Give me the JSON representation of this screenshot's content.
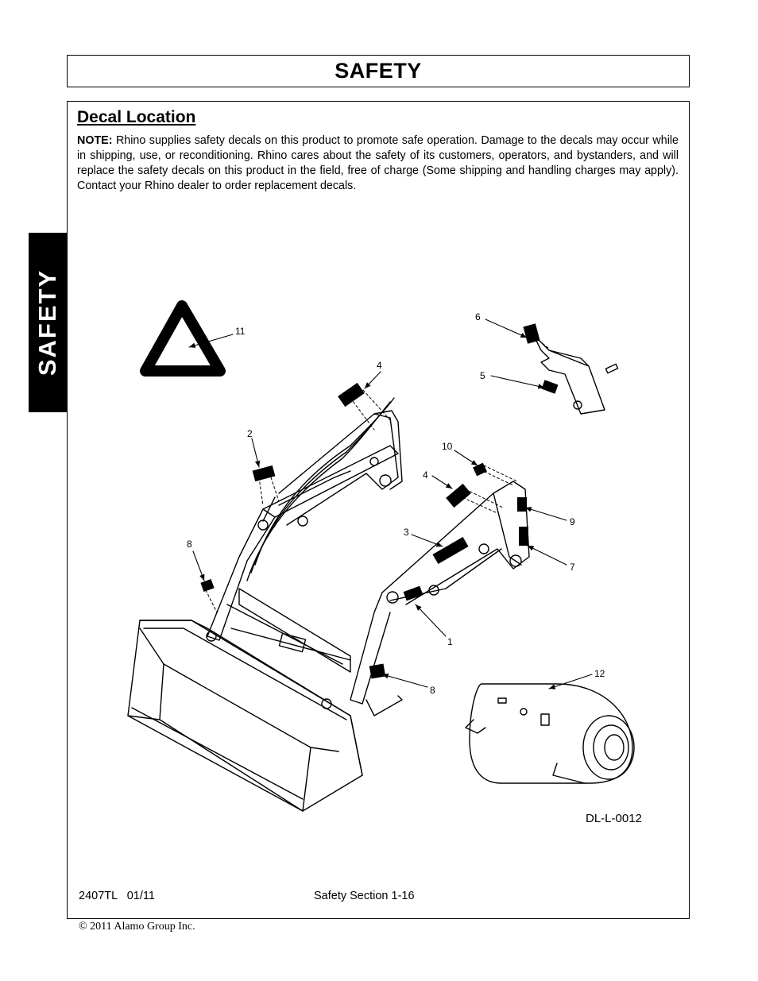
{
  "side_tab": {
    "label": "SAFETY"
  },
  "header": {
    "title": "SAFETY"
  },
  "section": {
    "title": "Decal Location",
    "note_label": "NOTE:",
    "note_text": " Rhino supplies safety decals on this product to promote safe operation. Damage to the decals may occur while in shipping, use, or reconditioning. Rhino cares about the safety of its customers, operators, and bystanders, and will replace the safety decals on this product in the field, free of charge (Some shipping and handling charges may apply). Contact your Rhino dealer to order replacement decals."
  },
  "figure": {
    "id": "DL-L-0012",
    "callouts": {
      "c1": "1",
      "c2": "2",
      "c3": "3",
      "c4a": "4",
      "c4b": "4",
      "c5": "5",
      "c6": "6",
      "c7": "7",
      "c8a": "8",
      "c8b": "8",
      "c9": "9",
      "c10": "10",
      "c11": "11",
      "c12": "12"
    }
  },
  "footer": {
    "model_date": "2407TL   01/11",
    "section_page": "Safety Section 1-16"
  },
  "copyright": "© 2011 Alamo Group Inc."
}
